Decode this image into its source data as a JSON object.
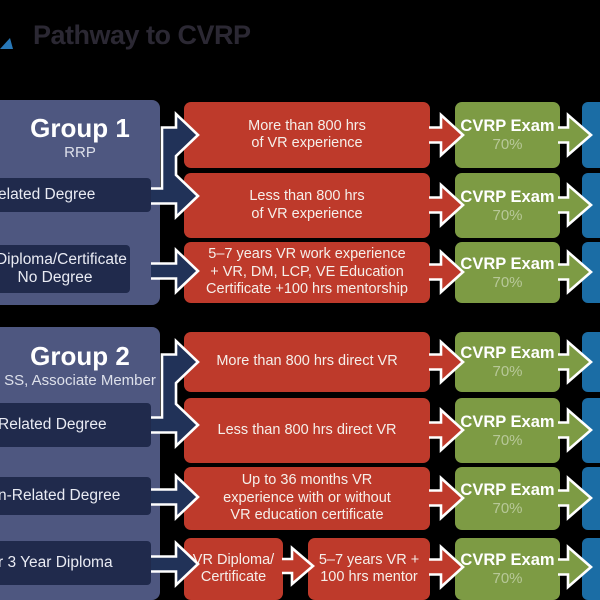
{
  "title": {
    "text": "Pathway to CVRP"
  },
  "colors": {
    "background": "#000000",
    "title_text": "#2b2833",
    "logo_blue": "#2878B8",
    "band_slate": "#4E5780",
    "row_navy": "#202A4C",
    "arrow_navy": "#213258",
    "req_red": "#BE3A2B",
    "exam_green": "#7D9B44",
    "result_blue": "#1B6DA5"
  },
  "groups": [
    {
      "title": "Group 1",
      "subtitle": "RRP"
    },
    {
      "title": "Group 2",
      "subtitle": "SS, Associate Member"
    }
  ],
  "left_rows": [
    {
      "label": "elated Degree"
    },
    {
      "line1": "d Diploma/Certificate",
      "line2": "No Degree"
    },
    {
      "label": "Related Degree"
    },
    {
      "label": "n-Related Degree"
    },
    {
      "label": "r 3 Year Diploma"
    }
  ],
  "requirements": [
    {
      "lines": [
        "More than 800 hrs",
        "of VR experience"
      ]
    },
    {
      "lines": [
        "Less than 800 hrs",
        "of VR experience"
      ]
    },
    {
      "lines": [
        "5–7 years VR work experience",
        "+ VR, DM, LCP, VE Education",
        "Certificate +100 hrs mentorship"
      ]
    },
    {
      "lines": [
        "More than 800 hrs direct VR"
      ]
    },
    {
      "lines": [
        "Less than 800 hrs direct VR"
      ]
    },
    {
      "lines": [
        "Up to 36 months VR",
        "experience with or without",
        "VR education certificate"
      ]
    },
    {
      "step1": [
        "VR Diploma/",
        "Certificate"
      ],
      "step2": [
        "5–7 years VR +",
        "100 hrs mentor"
      ]
    }
  ],
  "exam": {
    "label": "CVRP Exam",
    "pct": "70%"
  }
}
